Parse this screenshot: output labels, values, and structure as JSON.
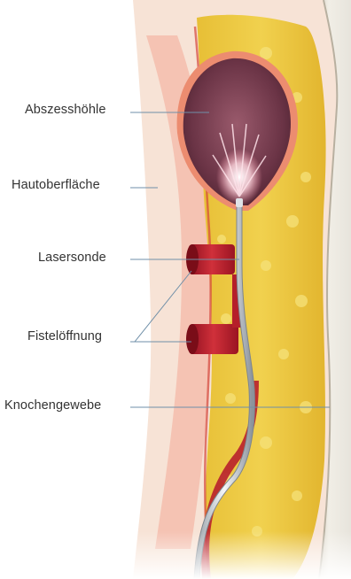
{
  "labels": {
    "abscess_cavity": "Abszesshöhle",
    "skin_surface": "Hautoberfläche",
    "laser_probe": "Lasersonde",
    "fistula_opening": "Fistelöffnung",
    "bone_tissue": "Knochengewebe"
  },
  "colors": {
    "skin": "#f6dccb",
    "skin_glow": "#f4a08f",
    "fat": "#e9c23a",
    "fat_globule": "#f6e27a",
    "abscess": "#6b3446",
    "abscess_rim": "#e8836a",
    "fistula": "#c4242f",
    "bone": "#e6e2d8",
    "probe": "#d9dde2",
    "leader_line": "#6f8fa8"
  }
}
